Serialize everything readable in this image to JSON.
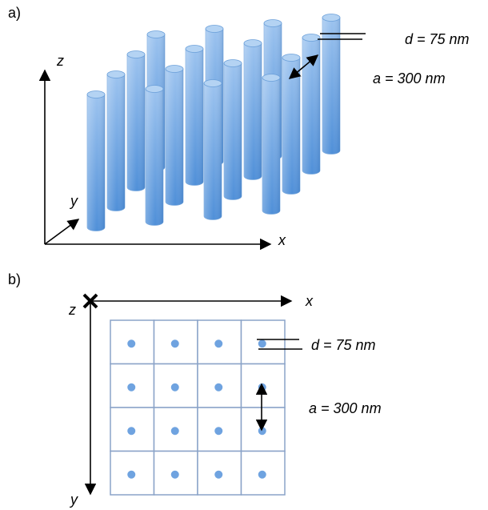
{
  "panel_a": {
    "panel_label": "a)",
    "axes": {
      "z": "z",
      "y": "y",
      "x": "x"
    },
    "diameter_label": "d = 75 nm",
    "spacing_label": "a = 300 nm",
    "pillar_color_top": "#9cc3ef",
    "pillar_color_bottom": "#4f8fd8",
    "rows": 4,
    "columns": 4
  },
  "panel_b": {
    "panel_label": "b)",
    "axes": {
      "z": "z",
      "x": "x",
      "y": "y"
    },
    "diameter_label": "d = 75 nm",
    "spacing_label": "a = 300 nm",
    "grid_rows": 4,
    "grid_columns": 4,
    "dot_color": "#6fa3e0",
    "grid_color": "#8aa3c8"
  }
}
